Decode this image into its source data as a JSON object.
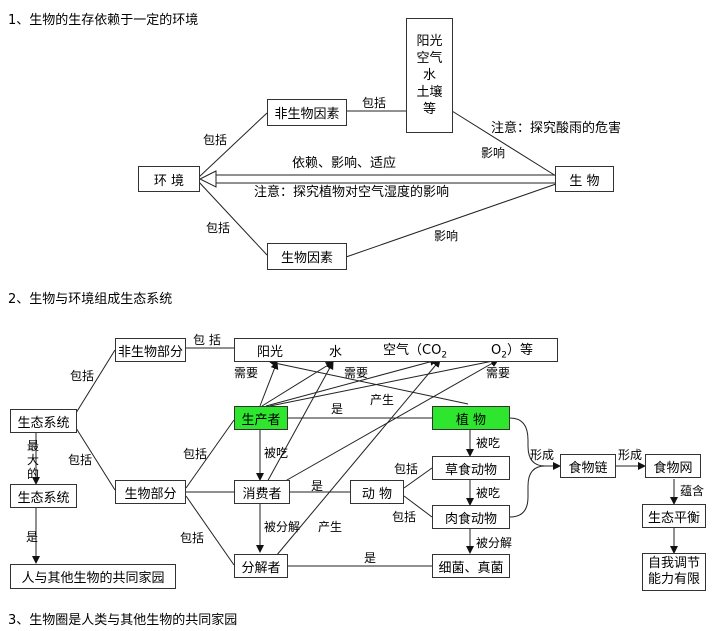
{
  "headings": {
    "h1": "1、生物的生存依赖于一定的环境",
    "h2": "2、生物与环境组成生态系统",
    "h3": "3、生物圈是人类与其他生物的共同家园"
  },
  "d1": {
    "nonbio": "非生物因素",
    "factors_lines": [
      "阳光",
      "空气",
      "水",
      "土壤",
      "等"
    ],
    "env": "环  境",
    "org": "生  物",
    "bio": "生物因素",
    "include1": "包括",
    "include2": "包括",
    "include3": "包括",
    "effect1": "影响",
    "effect2": "影响",
    "note_acid": "注意：探究酸雨的危害",
    "rely": "依赖、影响、适应",
    "note_humid": "注意：探究植物对空气湿度的影响"
  },
  "d2": {
    "eco": "生态系统",
    "biggest": "生态系统",
    "home": "人与其他生物的共同家园",
    "nonbio_part": "非生物部分",
    "bio_part": "生物部分",
    "resources": {
      "sun": "阳光",
      "water": "水",
      "air": "空气（CO",
      "o2": "O",
      "etc": "）等"
    },
    "producer": "生产者",
    "consumer": "消费者",
    "decomposer": "分解者",
    "plant": "植  物",
    "animal": "动  物",
    "herbivore": "草食动物",
    "carnivore": "肉食动物",
    "bacteria": "细菌、真菌",
    "food_chain": "食物链",
    "food_web": "食物网",
    "balance": "生态平衡",
    "self_reg_lines": [
      "自我调节",
      "能力有限"
    ],
    "labels": {
      "incl_a": "包括",
      "incl_b": "包括",
      "incl_c": "包 括",
      "incl_d": "包括",
      "incl_e": "包括",
      "incl_f": "包括",
      "incl_g": "包括",
      "need_a": "需要",
      "need_b": "需要",
      "need_c": "需要",
      "is_a": "是",
      "is_b": "是",
      "is_c": "是",
      "is_d": "是",
      "produce_a": "产生",
      "produce_b": "产生",
      "eaten_a": "被吃",
      "eaten_b": "被吃",
      "eaten_c": "被吃",
      "decomp_a": "被分解",
      "decomp_b": "被分解",
      "form_a": "形成",
      "form_b": "形成",
      "contain": "蕴含",
      "biggest_v": "最大的"
    }
  }
}
